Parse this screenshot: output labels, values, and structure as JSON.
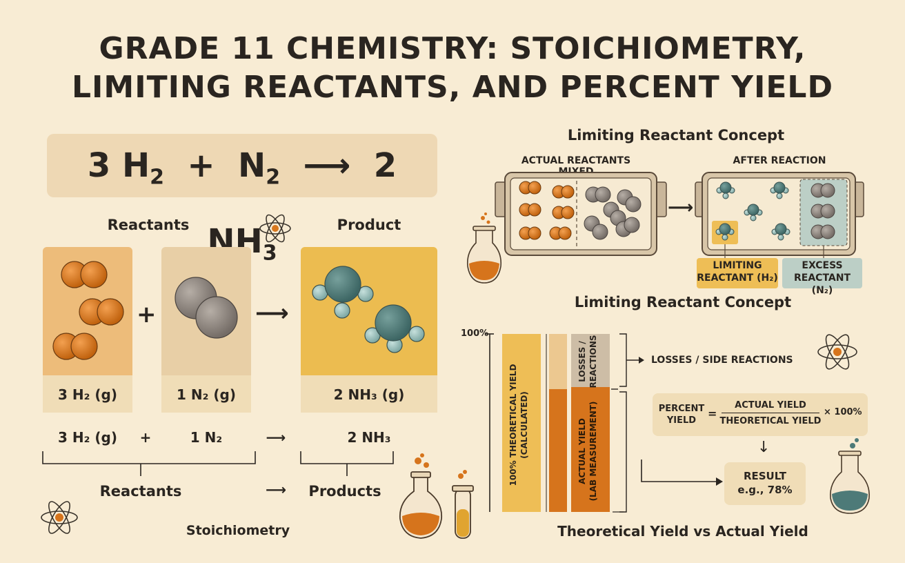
{
  "title": {
    "line1": "GRADE 11 CHEMISTRY: STOICHIOMETRY,",
    "line2": "LIMITING REACTANTS, AND PERCENT YIELD"
  },
  "stoich": {
    "equation": {
      "h2_coef": "3 H",
      "n2": "N",
      "arrow": "⟶",
      "nh3": "2 NH",
      "sub2": "2",
      "sub3": "3",
      "plus": "+"
    },
    "reactants_label": "Reactants",
    "product_label": "Product",
    "tile_h2_caption": "3 H₂ (g)",
    "tile_n2_caption": "1 N₂ (g)",
    "tile_nh3_caption": "2 NH₃ (g)",
    "row2": {
      "h2": "3 H₂ (g)",
      "plus": "+",
      "n2": "1 N₂",
      "arrow": "⟶",
      "nh3": "2 NH₃"
    },
    "brace_reactants": "Reactants",
    "brace_arrow": "⟶",
    "brace_products": "Products",
    "section_label": "Stoichiometry",
    "plus_sign": "+",
    "arrow_sign": "⟶"
  },
  "limiting": {
    "heading": "Limiting Reactant Concept",
    "left_box_label": "ACTUAL REACTANTS MIXED",
    "right_box_label": "AFTER REACTION",
    "arrow": "⟶",
    "limiting_tag_line1": "LIMITING",
    "limiting_tag_line2": "REACTANT (H₂)",
    "excess_tag_line1": "EXCESS",
    "excess_tag_line2": "REACTANT (N₂)",
    "footer": "Limiting Reactant Concept"
  },
  "yield": {
    "axis_100": "100%",
    "bar1_label_line1": "100% THEORETICAL YIELD",
    "bar1_label_line2": "(CALCULATED)",
    "losses_label_line1": "LOSSES /",
    "losses_label_line2": "REACTIONS",
    "actual_label_line1": "ACTUAL YIELD",
    "actual_label_line2": "(LAB MEASUREMENT)",
    "losses_callout": "LOSSES / SIDE REACTIONS",
    "formula_lhs_line1": "PERCENT",
    "formula_lhs_line2": "YIELD",
    "formula_eq": "=",
    "formula_num": "ACTUAL YIELD",
    "formula_den": "THEORETICAL YIELD",
    "formula_mult": "× 100%",
    "down_arrow": "↓",
    "result_line1": "RESULT",
    "result_line2": "e.g., 78%",
    "actual_fraction": 0.78,
    "footer": "Theoretical Yield vs Actual Yield"
  },
  "colors": {
    "background": "#f8ecd4",
    "h2_orange": "#d8781e",
    "n2_gray": "#8c8580",
    "nh3_teal": "#4d7a78",
    "h_lightblue": "#9cc0bc",
    "tile_orange": "#edbc7a",
    "tile_beige": "#e8cfa6",
    "tile_gold": "#ecbc50",
    "yellow_bar": "#eebe56",
    "orange_bar": "#d6741c"
  }
}
